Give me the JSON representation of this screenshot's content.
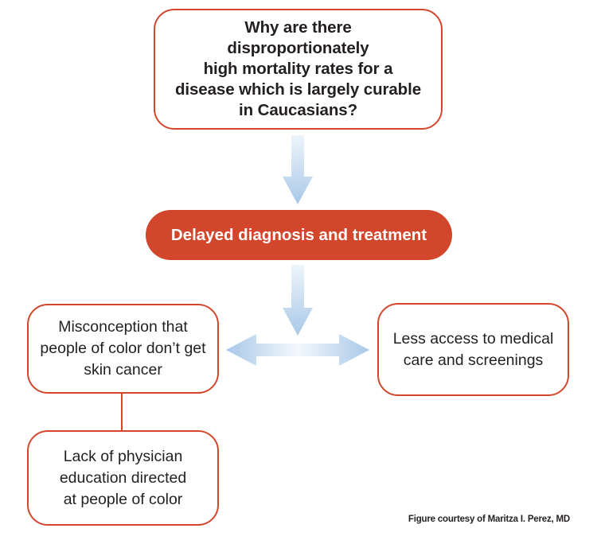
{
  "question": {
    "lines": [
      "Why are there disproportionately",
      "high mortality rates for a",
      "disease which is largely curable",
      "in Caucasians?"
    ]
  },
  "central": {
    "text": "Delayed diagnosis and treatment"
  },
  "misconception": {
    "lines": [
      "Misconception that",
      "people of color don’t get",
      "skin cancer"
    ]
  },
  "access": {
    "lines": [
      "Less access to medical",
      "care and screenings"
    ]
  },
  "physician": {
    "lines": [
      "Lack of physician",
      "education directed",
      "at people of color"
    ]
  },
  "credit": "Figure courtesy of Maritza I. Perez, MD",
  "colors": {
    "accent": "#d2472c",
    "arrow_light": "#e8f1fa",
    "arrow_dark": "#a8c8e8",
    "text": "#231f20"
  }
}
